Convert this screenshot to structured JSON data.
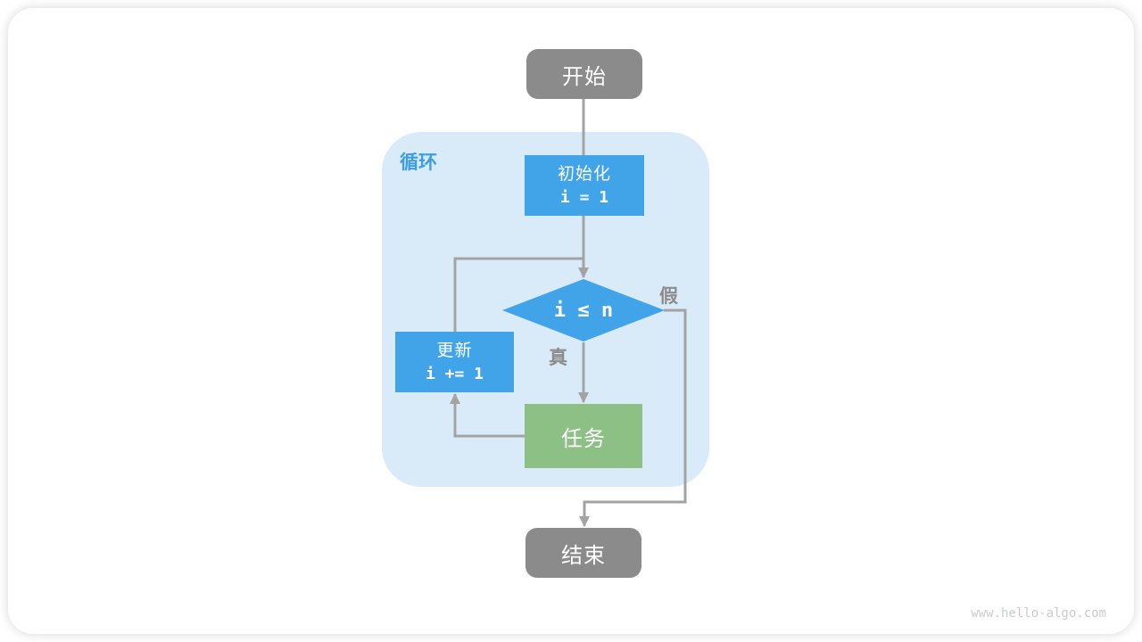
{
  "diagram": {
    "region": {
      "label": "循环"
    },
    "nodes": {
      "start": {
        "label": "开始"
      },
      "init": {
        "line1": "初始化",
        "line2": "i = 1"
      },
      "cond": {
        "label": "i ≤ n"
      },
      "update": {
        "line1": "更新",
        "line2": "i += 1"
      },
      "task": {
        "label": "任务"
      },
      "end": {
        "label": "结束"
      }
    },
    "edges": {
      "true_label": "真",
      "false_label": "假"
    },
    "colors": {
      "node_gray": "#8b8b8b",
      "node_blue": "#41a3e8",
      "node_green": "#8cc084",
      "region_bg": "#d9eaf8",
      "region_label": "#3c9ee2",
      "line": "#a3a3a3",
      "edge_label": "#8c8c8c",
      "watermark": "#c9cbce"
    }
  },
  "page": {
    "watermark": "www.hello-algo.com"
  }
}
